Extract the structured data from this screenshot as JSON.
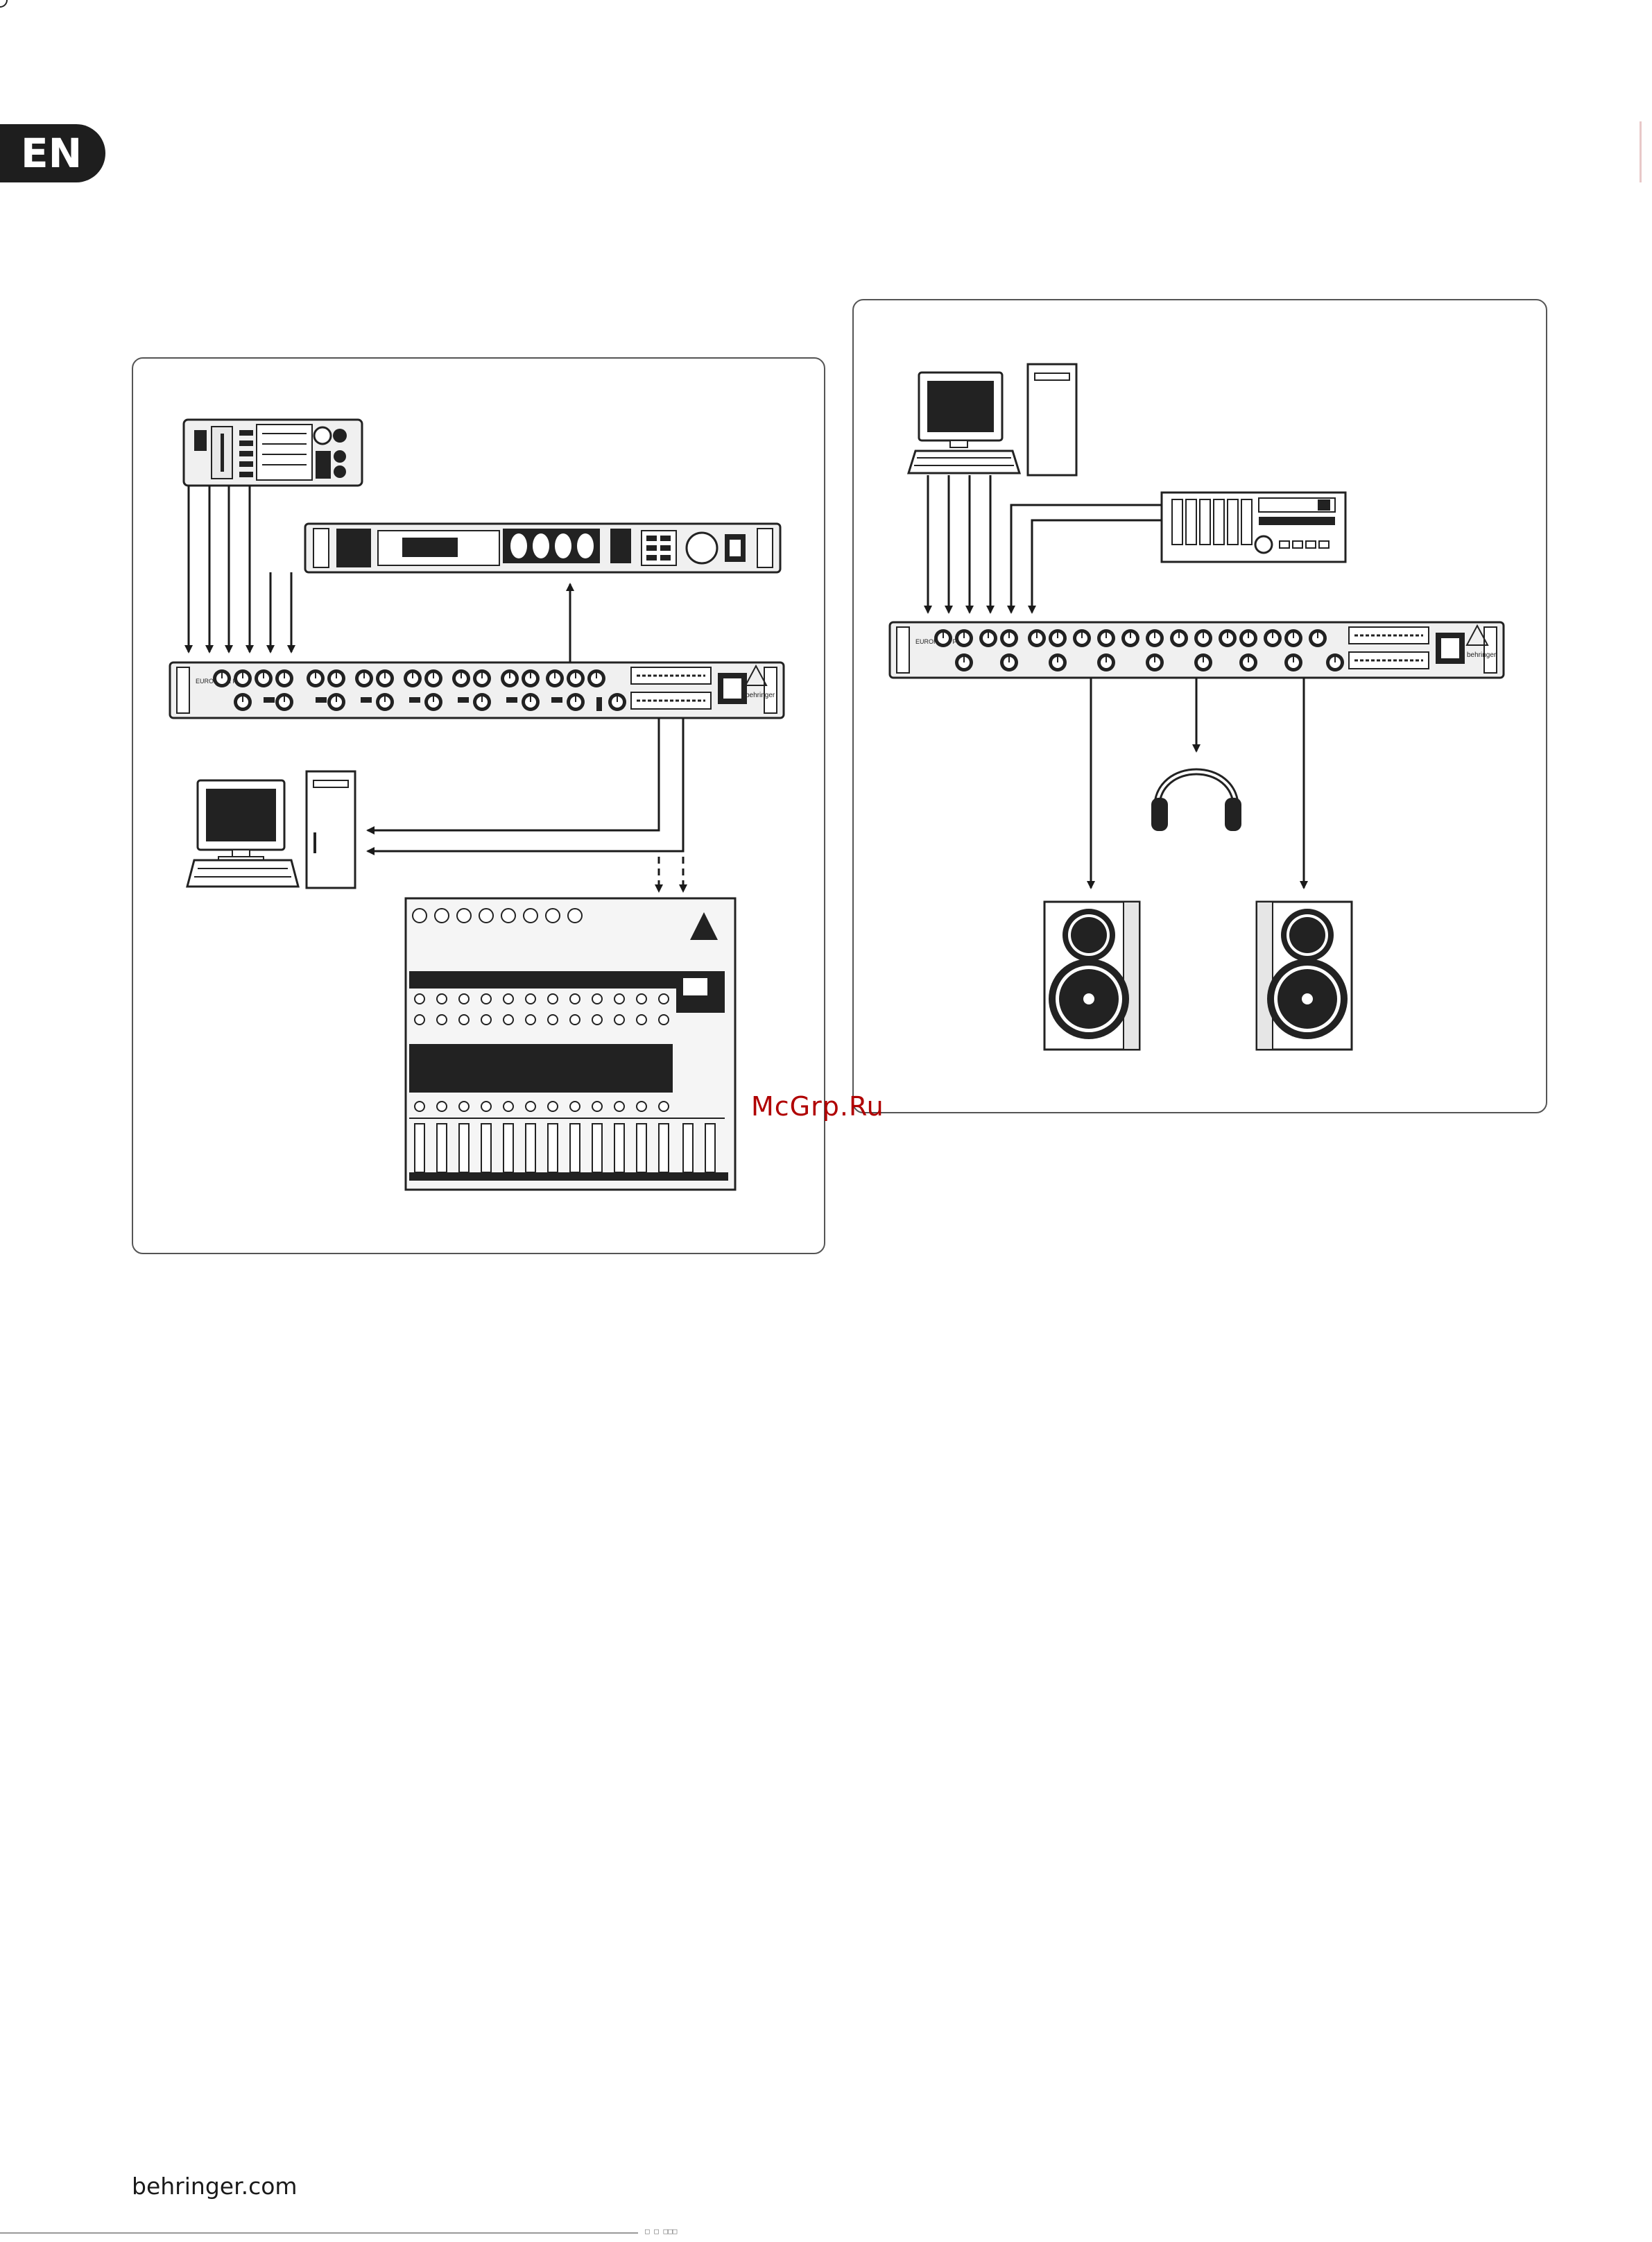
{
  "page": {
    "language_tab": "EN",
    "watermark": "McGrp.Ru",
    "footer_url": "behringer.com",
    "footer_tag": "□ □ □□□"
  },
  "device_labels": {
    "brand": "behringer",
    "model": "EURORACK PRO"
  },
  "icons": {
    "rack_mixer": "rack-line-mixer-icon",
    "effects_unit": "effects-processor-icon",
    "computer": "desktop-computer-icon",
    "tower": "computer-tower-icon",
    "console": "mixing-console-icon",
    "headphones": "headphones-icon",
    "speaker": "studio-monitor-icon",
    "recorder": "multitrack-recorder-icon"
  },
  "colors": {
    "line": "#1a1a1a",
    "panel_border": "#555555",
    "watermark": "#b00000"
  }
}
